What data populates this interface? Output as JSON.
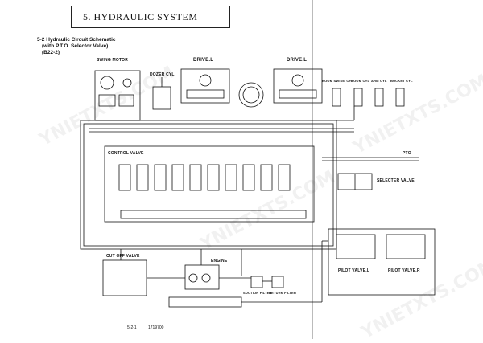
{
  "header": {
    "title": "5. HYDRAULIC SYSTEM"
  },
  "section": {
    "line1": "5-2 Hydraulic Circuit Schematic",
    "line2": "(with P.T.O. Selector Valve)",
    "line3": "(B22-2)"
  },
  "labels": {
    "swing_motor": "SWING MOTOR",
    "dozer_cyl": "DOZER CYL",
    "drive_l_left": "DRIVE.L",
    "drive_l_right": "DRIVE.L",
    "boom_swing_cyl": "BOOM SWING CYL",
    "boom_cyl": "BOOM CYL",
    "arm_cyl": "ARM CYL",
    "bucket_cyl": "BUCKET CYL",
    "control_valve": "CONTROL VALVE",
    "pto": "PTO",
    "selector_valve": "SELECTER VALVE",
    "cut_off_valve": "CUT OFF VALVE",
    "engine": "ENGINE",
    "suction_filter": "SUCTION FILTER",
    "return_filter": "RETURN FILTER",
    "pilot_valve_l": "PILOT VALVE.L",
    "pilot_valve_r": "PILOT VALVE.R"
  },
  "footer": {
    "page": "5-2-1",
    "code": "1719700"
  },
  "watermark": "YNIETXTS.COM"
}
